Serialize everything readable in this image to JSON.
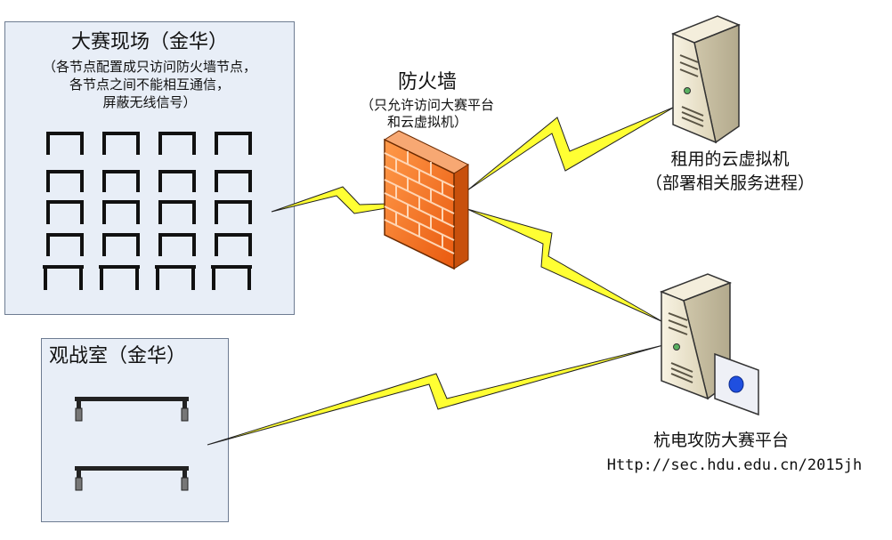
{
  "venue": {
    "title": "大赛现场（金华）",
    "note_line1": "（各节点配置成只访问防火墙节点，",
    "note_line2": "各节点之间不能相互通信，",
    "note_line3": "屏蔽无线信号）"
  },
  "viewing_room": {
    "title": "观战室（金华）"
  },
  "firewall": {
    "title": "防火墙",
    "note_line1": "（只允许访问大赛平台",
    "note_line2": "和云虚拟机）"
  },
  "cloud_vm": {
    "label_line1": "租用的云虚拟机",
    "label_line2": "（部署相关服务进程）"
  },
  "platform": {
    "label": "杭电攻防大赛平台",
    "url": "Http://sec.hdu.edu.cn/2015jh"
  },
  "colors": {
    "panel_fill": "#e8eef7",
    "panel_border": "#6e7c92",
    "lightning": "#ffff33",
    "firewall_orange": "#f36f1c",
    "server_beige": "#efe8d2"
  },
  "icons": {
    "desk": "table-icon",
    "firewall": "brick-wall-icon",
    "server": "tower-server-icon",
    "link": "lightning-link-icon"
  }
}
